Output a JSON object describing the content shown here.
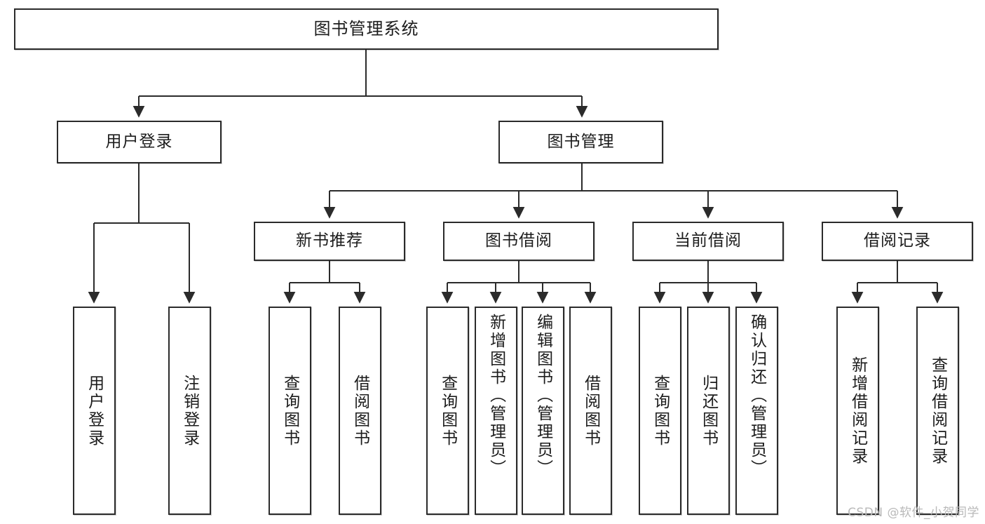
{
  "diagram": {
    "title": "图书管理系统",
    "type": "tree-hierarchy",
    "watermark": "CSDN @软件_小贺同学",
    "line_color": "#2b2b2b",
    "box_fill": "#ffffff",
    "text_color": "#1c1c1c"
  },
  "nodes": {
    "root": {
      "label": "图书管理系统"
    },
    "level1": [
      {
        "label": "用户登录"
      },
      {
        "label": "图书管理"
      }
    ],
    "level2": [
      {
        "label": "新书推荐"
      },
      {
        "label": "图书借阅"
      },
      {
        "label": "当前借阅"
      },
      {
        "label": "借阅记录"
      }
    ],
    "leaves": {
      "user_login": [
        {
          "label": "用户登录"
        },
        {
          "label": "注销登录"
        }
      ],
      "new_book_recommend": [
        {
          "label": "查询图书"
        },
        {
          "label": "借阅图书"
        }
      ],
      "book_borrow": [
        {
          "label": "查询图书"
        },
        {
          "label": "新增图书（管理员）"
        },
        {
          "label": "编辑图书（管理员）"
        },
        {
          "label": "借阅图书"
        }
      ],
      "current_borrow": [
        {
          "label": "查询图书"
        },
        {
          "label": "归还图书"
        },
        {
          "label": "确认归还（管理员）"
        }
      ],
      "borrow_record": [
        {
          "label": "新增借阅记录"
        },
        {
          "label": "查询借阅记录"
        }
      ]
    }
  }
}
